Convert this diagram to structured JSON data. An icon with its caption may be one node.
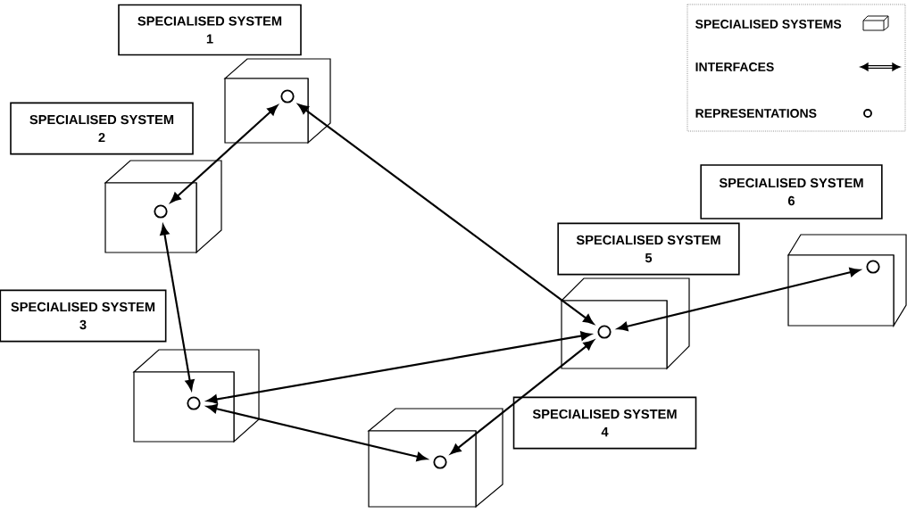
{
  "diagram": {
    "nodes": [
      {
        "text": [
          "SPECIALISED SYSTEM",
          "1"
        ]
      },
      {
        "text": [],
        "shape": "box"
      },
      {
        "text": [],
        "shape": "circle",
        "in": 1
      },
      {
        "text": [
          "SPECIALISED SYSTEM",
          "2"
        ]
      },
      {
        "text": [],
        "shape": "box"
      },
      {
        "text": [],
        "shape": "circle",
        "in": 4
      },
      {
        "text": [
          "SPECIALISED SYSTEM",
          "3"
        ]
      },
      {
        "text": [],
        "shape": "box"
      },
      {
        "text": [],
        "shape": "circle",
        "in": 7
      },
      {
        "text": [
          "SPECIALISED SYSTEM",
          "4"
        ]
      },
      {
        "text": [],
        "shape": "box"
      },
      {
        "text": [],
        "shape": "circle",
        "in": 10
      },
      {
        "text": [
          "SPECIALISED SYSTEM",
          "5"
        ]
      },
      {
        "text": [],
        "shape": "box"
      },
      {
        "text": [],
        "shape": "circle",
        "in": 13
      },
      {
        "text": [
          "SPECIALISED SYSTEM",
          "6"
        ]
      },
      {
        "text": [],
        "shape": "box"
      },
      {
        "text": [],
        "shape": "circle",
        "in": 16
      }
    ],
    "edges": [
      {
        "from": 2,
        "to": 5,
        "arrow": "both"
      },
      {
        "from": 2,
        "to": 14,
        "arrow": "both"
      },
      {
        "from": 5,
        "to": 8,
        "arrow": "both"
      },
      {
        "from": 8,
        "to": 14,
        "arrow": "both"
      },
      {
        "from": 8,
        "to": 11,
        "arrow": "both"
      },
      {
        "from": 11,
        "to": 14,
        "arrow": "both"
      },
      {
        "from": 14,
        "to": 17,
        "arrow": "both"
      }
    ],
    "legend": [
      {
        "text": "SPECIALISED SYSTEMS"
      },
      {
        "text": "INTERFACES"
      },
      {
        "text": "REPRESENTATIONS"
      }
    ]
  }
}
